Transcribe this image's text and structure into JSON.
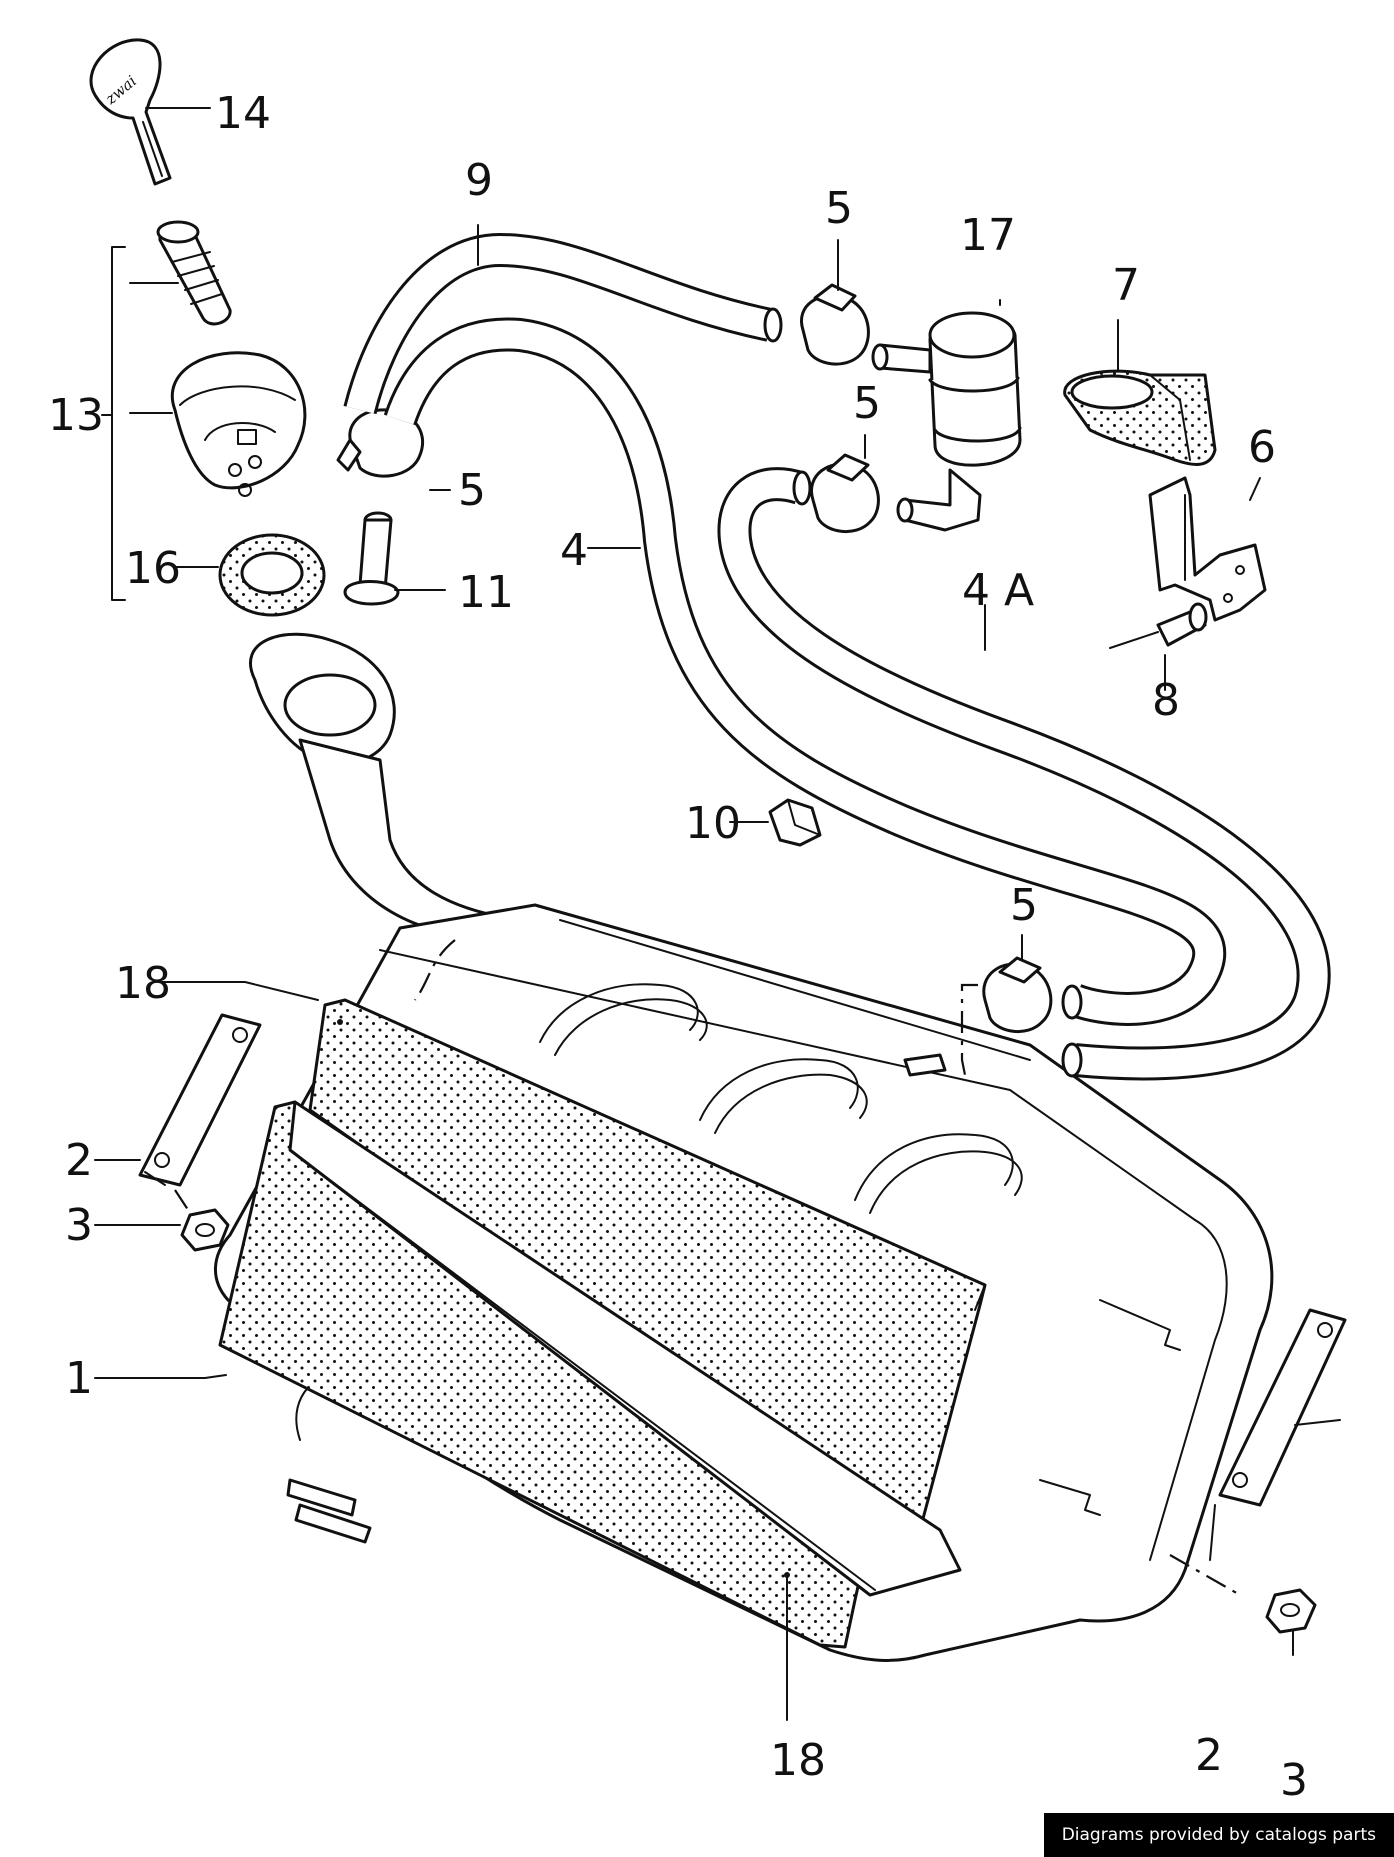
{
  "callouts": [
    {
      "id": "14",
      "text": "14"
    },
    {
      "id": "9",
      "text": "9"
    },
    {
      "id": "5a",
      "text": "5"
    },
    {
      "id": "17",
      "text": "17"
    },
    {
      "id": "7",
      "text": "7"
    },
    {
      "id": "13",
      "text": "13"
    },
    {
      "id": "5b",
      "text": "5"
    },
    {
      "id": "5c",
      "text": "5"
    },
    {
      "id": "6",
      "text": "6"
    },
    {
      "id": "4",
      "text": "4"
    },
    {
      "id": "16",
      "text": "16"
    },
    {
      "id": "11",
      "text": "11"
    },
    {
      "id": "4A",
      "text": "4 A"
    },
    {
      "id": "8",
      "text": "8"
    },
    {
      "id": "10",
      "text": "10"
    },
    {
      "id": "5d",
      "text": "5"
    },
    {
      "id": "18a",
      "text": "18"
    },
    {
      "id": "2a",
      "text": "2"
    },
    {
      "id": "3a",
      "text": "3"
    },
    {
      "id": "1",
      "text": "1"
    },
    {
      "id": "18b",
      "text": "18"
    },
    {
      "id": "2b",
      "text": "2"
    },
    {
      "id": "3b",
      "text": "3"
    }
  ],
  "key_inscription": "zwai",
  "credit": "Diagrams provided by catalogs parts"
}
